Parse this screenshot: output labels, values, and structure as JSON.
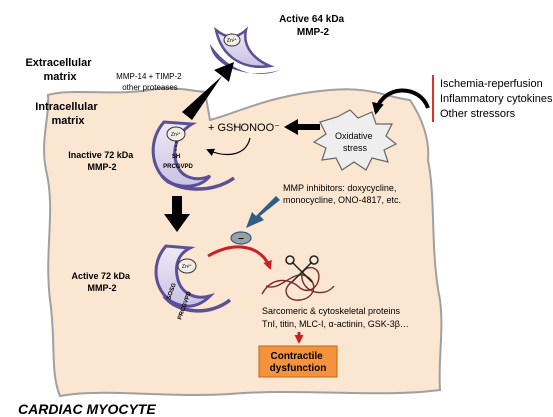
{
  "labels": {
    "extracellular": [
      "Extracellular",
      "matrix"
    ],
    "intracellular": [
      "Intracellular",
      "matrix"
    ],
    "active64": [
      "Active 64 kDa",
      "MMP-2"
    ],
    "mmp14": [
      "MMP-14 + TIMP-2",
      "other proteases"
    ],
    "stressors": [
      "Ischemia-reperfusion",
      "Inflammatory cytokines",
      "Other stressors"
    ],
    "oxidative": [
      "Oxidative",
      "stress"
    ],
    "gsh": "+ GSH",
    "onoo": "↑ ONOO⁻",
    "inactive72": [
      "Inactive 72 kDa",
      "MMP-2"
    ],
    "zn": "Zn²⁺",
    "sh": "SH",
    "prcgvpd": "PRCGVPD",
    "sosg": "SOSG",
    "inhibitors": [
      "MMP inhibitors: doxycycline,",
      "monocycline, ONO-4817, etc."
    ],
    "minus": "–",
    "active72": [
      "Active 72 kDa",
      "MMP-2"
    ],
    "proteins": [
      "Sarcomeric & cytoskeletal proteins",
      "TnI, titin, MLC-I, α-actinin, GSK-3β…"
    ],
    "contractile": [
      "Contractile",
      "dysfunction"
    ],
    "title": "CARDIAC MYOCYTE"
  },
  "colors": {
    "cell_fill": "#fbe6d2",
    "cell_stroke": "#a0a0a0",
    "enzyme_purple": "#5b4f96",
    "enzyme_light": "#d9d4ec",
    "stressor_line": "#e03020",
    "arrow_black": "#000000",
    "arrow_blue": "#2e5d86",
    "arrow_red": "#cc2020",
    "contractile_box": "#f5923e"
  }
}
